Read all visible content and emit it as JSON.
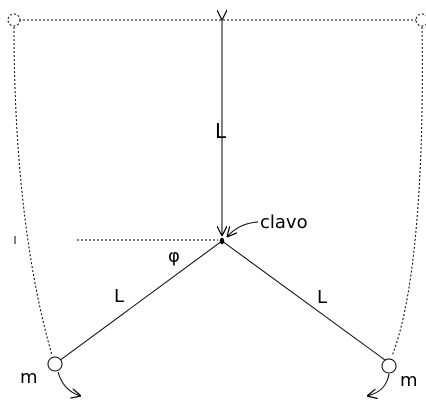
{
  "labels": {
    "top_length": "L",
    "left_length": "L",
    "right_length": "L",
    "nail": "clavo",
    "angle": "φ",
    "left_mass": "m",
    "right_mass": "m"
  },
  "colors": {
    "ink": "#000000",
    "background": "#ffffff"
  }
}
